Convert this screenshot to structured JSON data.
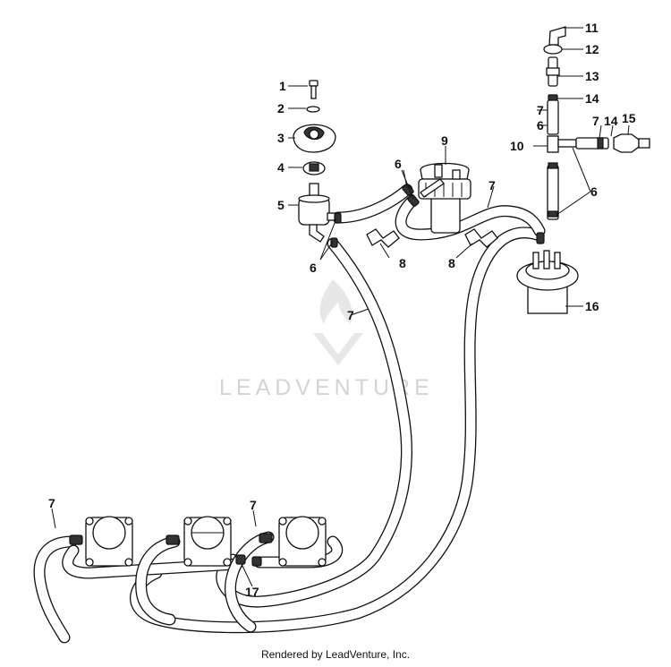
{
  "callouts": [
    "1",
    "2",
    "3",
    "4",
    "5",
    "6",
    "6",
    "6",
    "6",
    "7",
    "7",
    "7",
    "7",
    "7",
    "7",
    "8",
    "8",
    "9",
    "10",
    "11",
    "12",
    "13",
    "14",
    "14",
    "15",
    "16",
    "17"
  ],
  "watermark": "LEADVENTURE",
  "footer": "Rendered by LeadVenture, Inc."
}
